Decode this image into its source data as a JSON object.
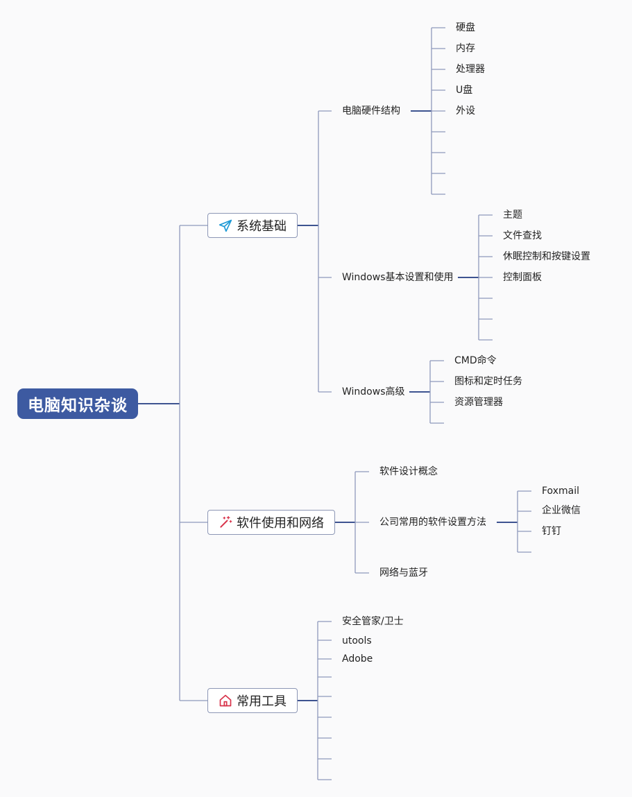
{
  "root": {
    "label": "电脑知识杂谈"
  },
  "branches": [
    {
      "label": "系统基础",
      "icon": "paper-plane-icon",
      "icon_color": "#1e9ad6"
    },
    {
      "label": "软件使用和网络",
      "icon": "magic-wand-icon",
      "icon_color": "#d8324a"
    },
    {
      "label": "常用工具",
      "icon": "house-icon",
      "icon_color": "#d8324a"
    }
  ],
  "system_basics": {
    "hardware": {
      "label": "电脑硬件结构",
      "items": [
        "硬盘",
        "内存",
        "处理器",
        "U盘",
        "外设"
      ]
    },
    "windows_settings": {
      "label": "Windows基本设置和使用",
      "items": [
        "主题",
        "文件查找",
        "休眠控制和按键设置",
        "控制面板"
      ]
    },
    "windows_advanced": {
      "label": "Windows高级",
      "items": [
        "CMD命令",
        "图标和定时任务",
        "资源管理器"
      ]
    }
  },
  "software_network": {
    "design": {
      "label": "软件设计概念"
    },
    "company_software": {
      "label": "公司常用的软件设置方法",
      "items": [
        "Foxmail",
        "企业微信",
        "钉钉"
      ]
    },
    "network": {
      "label": "网络与蓝牙"
    }
  },
  "tools": {
    "items": [
      "安全管家/卫士",
      "utools",
      "Adobe"
    ]
  },
  "colors": {
    "root_fill": "#3d5aa1",
    "connector": "#8e99bb",
    "connector_dark": "#3d5390"
  }
}
